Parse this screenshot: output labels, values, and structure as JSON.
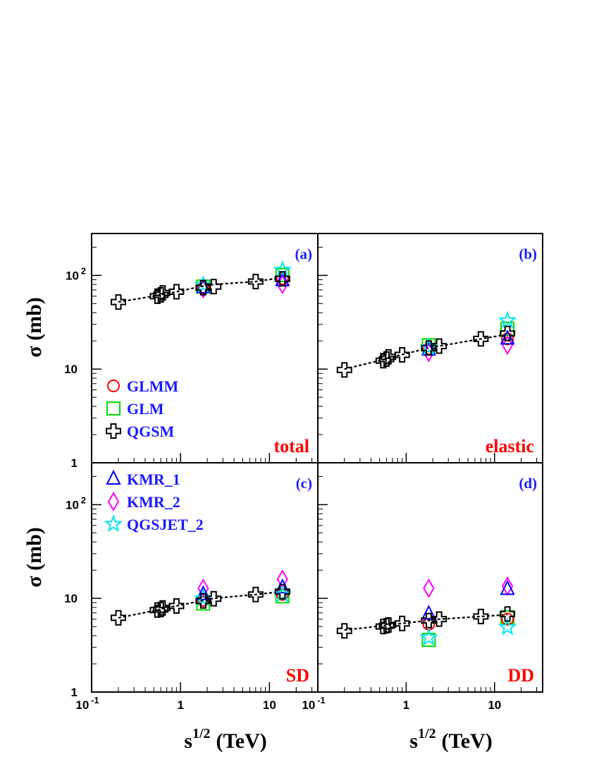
{
  "chart_data": {
    "type": "scatter",
    "x_scale": "log",
    "y_scale": "log",
    "xlim": [
      0.1,
      35
    ],
    "ylim": [
      1,
      280
    ],
    "xlabel": "s^{1/2} (TeV)",
    "ylabel": "σ (mb)",
    "x_tick_labels": [
      {
        "value": 0.1,
        "label": "10",
        "sup": "-1"
      },
      {
        "value": 1,
        "label": "1",
        "sup": ""
      },
      {
        "value": 10,
        "label": "10",
        "sup": ""
      }
    ],
    "y_tick_labels": [
      {
        "value": 1,
        "label": "1",
        "sup": ""
      },
      {
        "value": 10,
        "label": "10",
        "sup": ""
      },
      {
        "value": 100,
        "label": "10",
        "sup": "2"
      }
    ],
    "series_styles": [
      {
        "name": "GLMM",
        "marker": "circle",
        "color": "#ff0000"
      },
      {
        "name": "GLM",
        "marker": "square",
        "color": "#00dd00"
      },
      {
        "name": "QGSM",
        "marker": "cross",
        "color": "#000000"
      },
      {
        "name": "KMR_1",
        "marker": "triangle",
        "color": "#0000ff"
      },
      {
        "name": "KMR_2",
        "marker": "diamond",
        "color": "#ff00ff"
      },
      {
        "name": "QGSJET_2",
        "marker": "star",
        "color": "#00e5ee"
      }
    ],
    "panels": [
      {
        "tag": "(a)",
        "process": "total",
        "qgsm_curve": {
          "x": [
            0.2,
            0.55,
            0.63,
            0.9,
            1.8,
            2.36,
            7,
            14
          ],
          "y": [
            52,
            61,
            62.5,
            67,
            77,
            80,
            86,
            95
          ]
        },
        "series": [
          {
            "name": "QGSM",
            "x": [
              0.2,
              0.55,
              0.6,
              0.63,
              0.9,
              1.8,
              2.36,
              7,
              14
            ],
            "y": [
              52,
              60,
              62,
              65,
              67,
              74,
              76,
              86,
              92
            ]
          },
          {
            "name": "GLMM",
            "x": [
              1.8,
              14
            ],
            "y": [
              73,
              92
            ]
          },
          {
            "name": "GLM",
            "x": [
              1.8,
              14
            ],
            "y": [
              76,
              101
            ]
          },
          {
            "name": "KMR_1",
            "x": [
              1.8,
              14
            ],
            "y": [
              74,
              88
            ]
          },
          {
            "name": "KMR_2",
            "x": [
              1.8,
              14
            ],
            "y": [
              72,
              80
            ]
          },
          {
            "name": "QGSJET_2",
            "x": [
              1.8,
              14
            ],
            "y": [
              79,
              114
            ]
          }
        ]
      },
      {
        "tag": "(b)",
        "process": "elastic",
        "qgsm_curve": {
          "x": [
            0.2,
            0.55,
            0.63,
            0.9,
            1.8,
            2.36,
            7,
            14
          ],
          "y": [
            10,
            12.6,
            13.2,
            14.3,
            16.8,
            17.6,
            21,
            23.5
          ]
        },
        "series": [
          {
            "name": "QGSM",
            "x": [
              0.2,
              0.55,
              0.6,
              0.63,
              0.9,
              1.8,
              2.36,
              7,
              14
            ],
            "y": [
              9.8,
              12.3,
              12.8,
              13.5,
              14.2,
              16.8,
              17.6,
              21,
              24
            ]
          },
          {
            "name": "GLMM",
            "x": [
              1.8,
              14
            ],
            "y": [
              16.5,
              21
            ]
          },
          {
            "name": "GLM",
            "x": [
              1.8,
              14
            ],
            "y": [
              18,
              27
            ]
          },
          {
            "name": "KMR_1",
            "x": [
              1.8,
              14
            ],
            "y": [
              16,
              21
            ]
          },
          {
            "name": "KMR_2",
            "x": [
              1.8,
              14
            ],
            "y": [
              15,
              18
            ]
          },
          {
            "name": "QGSJET_2",
            "x": [
              1.8,
              14
            ],
            "y": [
              17,
              33
            ]
          }
        ]
      },
      {
        "tag": "(c)",
        "process": "SD",
        "qgsm_curve": {
          "x": [
            0.2,
            0.55,
            0.63,
            0.9,
            1.8,
            2.36,
            7,
            14
          ],
          "y": [
            6.2,
            7.5,
            7.8,
            8.3,
            9.5,
            10,
            11,
            11.8
          ]
        },
        "series": [
          {
            "name": "QGSM",
            "x": [
              0.2,
              0.55,
              0.6,
              0.63,
              0.9,
              1.8,
              2.36,
              7,
              14
            ],
            "y": [
              6.2,
              7.5,
              7.6,
              7.9,
              8.3,
              9.4,
              9.9,
              11,
              11.8
            ]
          },
          {
            "name": "GLMM",
            "x": [
              1.8,
              14
            ],
            "y": [
              9.5,
              11
            ]
          },
          {
            "name": "GLM",
            "x": [
              1.8,
              14
            ],
            "y": [
              8.8,
              10.5
            ]
          },
          {
            "name": "KMR_1",
            "x": [
              1.8,
              14
            ],
            "y": [
              11,
              13
            ]
          },
          {
            "name": "KMR_2",
            "x": [
              1.8,
              14
            ],
            "y": [
              12.8,
              16
            ]
          },
          {
            "name": "QGSJET_2",
            "x": [
              1.8,
              14
            ],
            "y": [
              10,
              11
            ]
          }
        ]
      },
      {
        "tag": "(d)",
        "process": "DD",
        "qgsm_curve": {
          "x": [
            0.2,
            0.55,
            0.63,
            0.9,
            1.8,
            2.36,
            7,
            14
          ],
          "y": [
            4.6,
            5.1,
            5.2,
            5.4,
            5.8,
            6.0,
            6.4,
            6.7
          ]
        },
        "series": [
          {
            "name": "QGSM",
            "x": [
              0.2,
              0.55,
              0.6,
              0.63,
              0.9,
              1.8,
              2.36,
              7,
              14
            ],
            "y": [
              4.5,
              5.0,
              5.1,
              5.2,
              5.4,
              5.8,
              6.0,
              6.4,
              6.8
            ]
          },
          {
            "name": "GLMM",
            "x": [
              1.8,
              14
            ],
            "y": [
              5.3,
              6.0
            ]
          },
          {
            "name": "GLM",
            "x": [
              1.8,
              14
            ],
            "y": [
              3.6,
              6.3
            ]
          },
          {
            "name": "KMR_1",
            "x": [
              1.8,
              14
            ],
            "y": [
              6.8,
              12.5
            ]
          },
          {
            "name": "KMR_2",
            "x": [
              1.8,
              14
            ],
            "y": [
              12.8,
              13.5
            ]
          },
          {
            "name": "QGSJET_2",
            "x": [
              1.8,
              14
            ],
            "y": [
              3.8,
              4.9
            ]
          }
        ]
      }
    ],
    "legend_groups": [
      {
        "panel": 0,
        "entries": [
          "GLMM",
          "GLM",
          "QGSM"
        ]
      },
      {
        "panel": 2,
        "entries": [
          "KMR_1",
          "KMR_2",
          "QGSJET_2"
        ]
      }
    ]
  }
}
